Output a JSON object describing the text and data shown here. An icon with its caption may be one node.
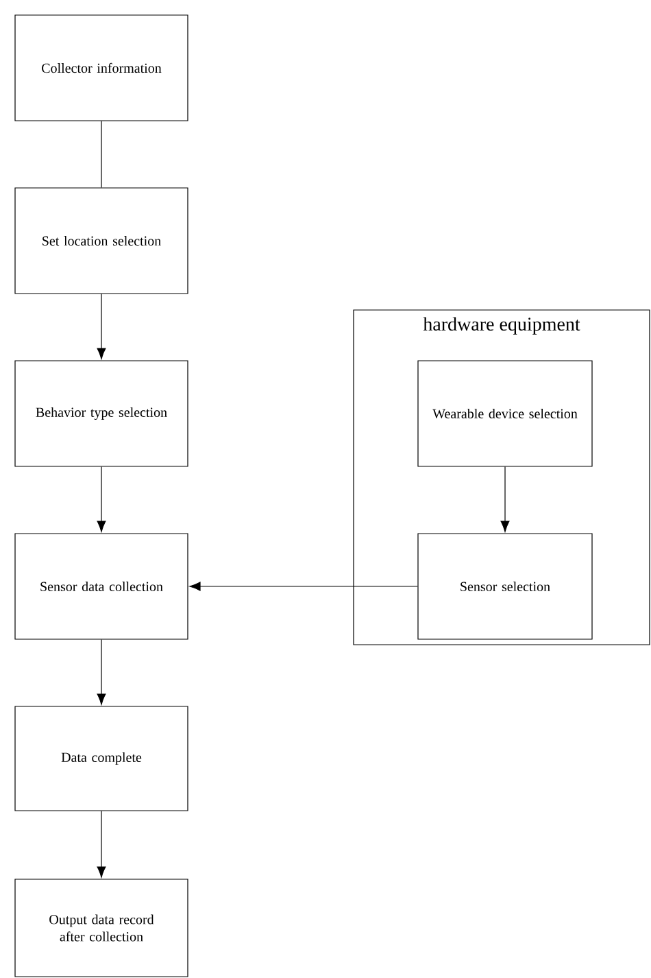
{
  "diagram": {
    "nodes": [
      {
        "text": [
          "Collector information"
        ]
      },
      {
        "text": [
          "Set location selection"
        ]
      },
      {
        "text": [
          "Behavior type selection"
        ]
      },
      {
        "text": [
          "Sensor data collection"
        ]
      },
      {
        "text": [
          "Data complete"
        ]
      },
      {
        "text": [
          "Output data record after collection"
        ]
      },
      {
        "text": [
          "hardware equipment"
        ]
      },
      {
        "text": [
          "Wearable device selection"
        ],
        "in": 6
      },
      {
        "text": [
          "Sensor selection"
        ],
        "in": 6
      }
    ],
    "edges": [
      {
        "from": 0,
        "to": 1,
        "arrow": "none"
      },
      {
        "from": 1,
        "to": 2,
        "arrow": "to"
      },
      {
        "from": 2,
        "to": 3,
        "arrow": "to"
      },
      {
        "from": 3,
        "to": 4,
        "arrow": "to"
      },
      {
        "from": 4,
        "to": 5,
        "arrow": "to"
      },
      {
        "from": 7,
        "to": 8,
        "arrow": "to"
      },
      {
        "from": 8,
        "to": 3,
        "arrow": "to"
      }
    ]
  }
}
